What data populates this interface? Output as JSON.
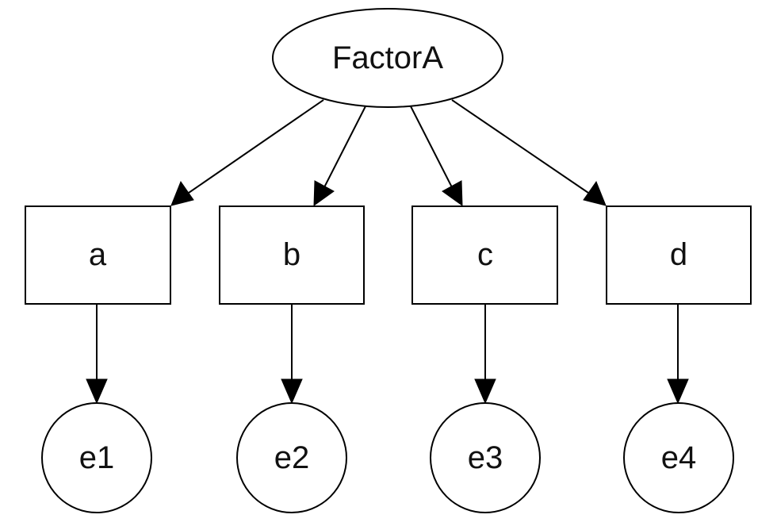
{
  "diagram": {
    "type": "path-diagram",
    "latent_factor": {
      "id": "factor",
      "label": "FactorA",
      "shape": "ellipse"
    },
    "observed": [
      {
        "id": "a",
        "label": "a",
        "shape": "rectangle"
      },
      {
        "id": "b",
        "label": "b",
        "shape": "rectangle"
      },
      {
        "id": "c",
        "label": "c",
        "shape": "rectangle"
      },
      {
        "id": "d",
        "label": "d",
        "shape": "rectangle"
      }
    ],
    "errors": [
      {
        "id": "e1",
        "label": "e1",
        "shape": "circle"
      },
      {
        "id": "e2",
        "label": "e2",
        "shape": "circle"
      },
      {
        "id": "e3",
        "label": "e3",
        "shape": "circle"
      },
      {
        "id": "e4",
        "label": "e4",
        "shape": "circle"
      }
    ],
    "edges": [
      {
        "from": "factor",
        "to": "a"
      },
      {
        "from": "factor",
        "to": "b"
      },
      {
        "from": "factor",
        "to": "c"
      },
      {
        "from": "factor",
        "to": "d"
      },
      {
        "from": "a",
        "to": "e1"
      },
      {
        "from": "b",
        "to": "e2"
      },
      {
        "from": "c",
        "to": "e3"
      },
      {
        "from": "d",
        "to": "e4"
      }
    ],
    "colors": {
      "stroke": "#000000",
      "fill": "#ffffff",
      "text": "#111111"
    }
  }
}
